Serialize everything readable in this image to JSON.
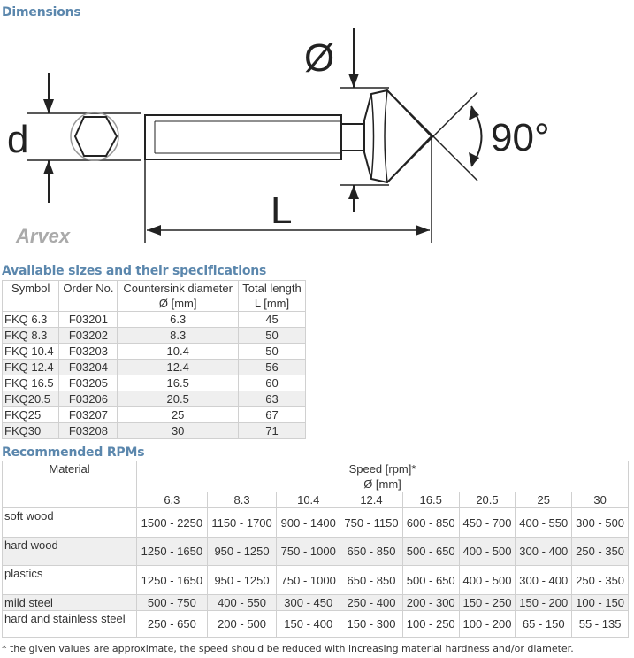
{
  "sections": {
    "dimensions": "Dimensions",
    "available": "Available sizes and their specifications",
    "rpm": "Recommended RPMs"
  },
  "drawing": {
    "d_label": "d",
    "diameter_label": "Ø",
    "angle_label": "90°",
    "length_label": "L",
    "logo": "Arvex"
  },
  "spec_table": {
    "headers": [
      [
        "Symbol",
        ""
      ],
      [
        "Order No.",
        ""
      ],
      [
        "Countersink diameter",
        "Ø [mm]"
      ],
      [
        "Total length",
        "L [mm]"
      ]
    ],
    "rows": [
      [
        "FKQ 6.3",
        "F03201",
        "6.3",
        "45"
      ],
      [
        "FKQ 8.3",
        "F03202",
        "8.3",
        "50"
      ],
      [
        "FKQ 10.4",
        "F03203",
        "10.4",
        "50"
      ],
      [
        "FKQ 12.4",
        "F03204",
        "12.4",
        "56"
      ],
      [
        "FKQ 16.5",
        "F03205",
        "16.5",
        "60"
      ],
      [
        "FKQ20.5",
        "F03206",
        "20.5",
        "63"
      ],
      [
        "FKQ25",
        "F03207",
        "25",
        "67"
      ],
      [
        "FKQ30",
        "F03208",
        "30",
        "71"
      ]
    ]
  },
  "rpm_table": {
    "material_header": "Material",
    "speed_header": "Speed [rpm]*",
    "diameter_header": "Ø [mm]",
    "diameters": [
      "6.3",
      "8.3",
      "10.4",
      "12.4",
      "16.5",
      "20.5",
      "25",
      "30"
    ],
    "rows": [
      {
        "material": "soft wood",
        "values": [
          "1500 - 2250",
          "1150 - 1700",
          "900 - 1400",
          "750 - 1150",
          "600 - 850",
          "450 - 700",
          "400 - 550",
          "300 - 500"
        ]
      },
      {
        "material": "hard wood",
        "values": [
          "1250 - 1650",
          "950 - 1250",
          "750 - 1000",
          "650 - 850",
          "500 - 650",
          "400 - 500",
          "300 - 400",
          "250 - 350"
        ]
      },
      {
        "material": "plastics",
        "values": [
          "1250 - 1650",
          "950 - 1250",
          "750 - 1000",
          "650 - 850",
          "500 - 650",
          "400 - 500",
          "300 - 400",
          "250 - 350"
        ]
      },
      {
        "material": "mild steel",
        "values": [
          "500 - 750",
          "400 - 550",
          "300 - 450",
          "250 - 400",
          "200 - 300",
          "150 - 250",
          "150 - 200",
          "100 - 150"
        ]
      },
      {
        "material": "hard and stainless steel",
        "values": [
          "250 - 650",
          "200 - 500",
          "150 - 400",
          "150 - 300",
          "100 - 250",
          "100 - 200",
          "65 - 150",
          "55 - 135"
        ]
      }
    ],
    "footnote": "* the given values are approximate, the speed should be reduced with increasing material hardness and/or diameter."
  }
}
